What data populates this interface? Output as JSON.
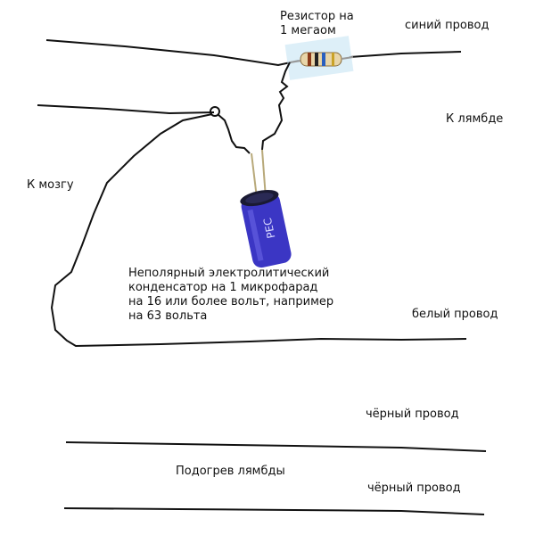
{
  "labels": {
    "resistor_line1": "Резистор на",
    "resistor_line2": "1 мегаом",
    "blue_wire": "синий провод",
    "to_lambda": "К лямбде",
    "to_brain": "К мозгу",
    "capacitor_lines": [
      "Неполярный электролитический",
      "конденсатор на 1 микрофарад",
      "на 16 или более вольт, например",
      "на 63 вольта"
    ],
    "white_wire": "белый провод",
    "black_wire_1": "чёрный провод",
    "lambda_heater": "Подогрев лямбды",
    "black_wire_2": "чёрный провод"
  },
  "colors": {
    "wire": "#111111",
    "capacitor_body": "#3b36c4",
    "capacitor_top": "#1a1a33",
    "capacitor_leads": "#b8a97a",
    "resistor_body": "#e8d5a8",
    "resistor_highlight": "#cfe8f5"
  }
}
